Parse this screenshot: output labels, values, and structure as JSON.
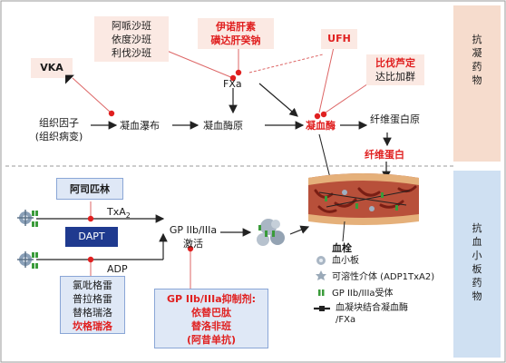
{
  "anticoag": {
    "side_label": [
      "抗",
      "凝",
      "药",
      "物"
    ],
    "drug_top_left": [
      "阿哌沙班",
      "依度沙班",
      "利伐沙班"
    ],
    "drug_heparin": [
      "伊诺肝素",
      "磺达肝癸钠"
    ],
    "vka": "VKA",
    "ufh": "UFH",
    "direct_thrombin": [
      "比伐芦定",
      "达比加群"
    ],
    "fxa": "FXa",
    "tissue_factor": [
      "组织因子",
      "(组织病变)"
    ],
    "coag_cascade": "凝血瀑布",
    "prothrombin": "凝血酶原",
    "thrombin": "凝血酶",
    "fibrinogen": "纤维蛋白原",
    "fibrin": "纤维蛋白"
  },
  "antiplatelet": {
    "side_label": [
      "抗",
      "血",
      "小",
      "板",
      "药",
      "物"
    ],
    "aspirin": "阿司匹林",
    "txa2": "TxA",
    "txa2_sub": "2",
    "dapt": "DAPT",
    "adp": "ADP",
    "p2y12": [
      "氯吡格雷",
      "普拉格雷",
      "替格瑞洛",
      "坎格瑞洛"
    ],
    "gp_activation": [
      "GP IIb/IIIa",
      "激活"
    ],
    "gp_inhibitors": [
      "GP IIb/IIIa抑制剂:",
      "依替巴肽",
      "替洛非班",
      "(阿昔单抗)"
    ],
    "thrombus": "血栓"
  },
  "legend": {
    "platelet": "血小板",
    "soluble_agonist": "可溶性介体 (ADP1TxA2)",
    "gp_receptor": "GP IIb/IIIa受体",
    "fxa_line": [
      "血凝块结合凝血酶",
      "/FXa"
    ]
  },
  "colors": {
    "red": "#e02020",
    "pink_box": "#fbe9e3",
    "blue_box": "#dfe8f6",
    "navy_box": "#1f3a8f",
    "side_box": "#f6dccd",
    "side_box2": "#cfe0f2"
  }
}
